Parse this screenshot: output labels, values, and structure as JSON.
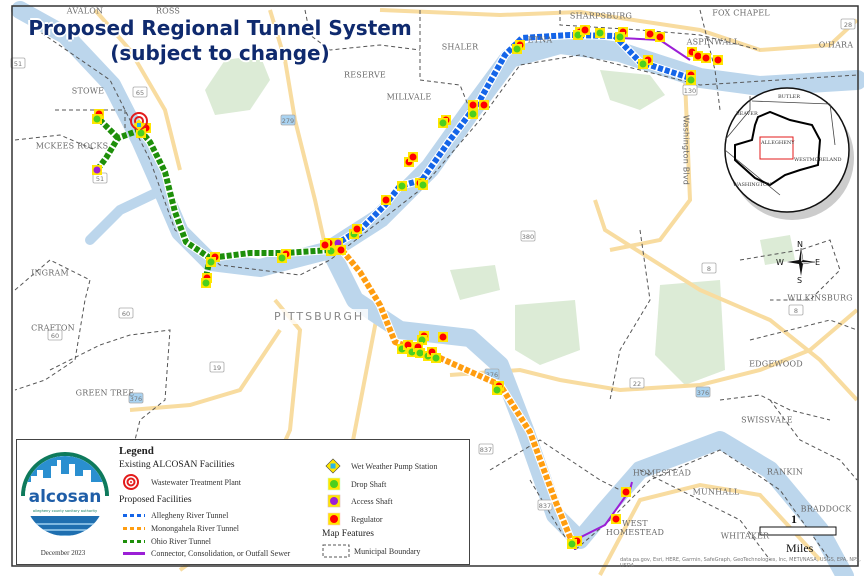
{
  "title": {
    "line1": "Proposed Regional Tunnel System",
    "line2": "(subject to change)"
  },
  "places": {
    "avalon": "AVALON",
    "ross": "ROSS",
    "stowe": "STOWE",
    "mckees_rocks": "MCKEES ROCKS",
    "reserve": "RESERVE",
    "millvale": "MILLVALE",
    "shaler": "SHALER",
    "etna": "ETNA",
    "sharpsburg": "SHARPSBURG",
    "fox_chapel": "FOX CHAPEL",
    "aspinwall": "ASPINWALL",
    "ohara": "O'HARA",
    "ingram": "INGRAM",
    "crafton": "CRAFTON",
    "green_tree": "GREEN TREE",
    "pittsburgh": "PITTSBURGH",
    "wilkinsburg": "WILKINSBURG",
    "edgewood": "EDGEWOOD",
    "swissvale": "SWISSVALE",
    "rankin": "RANKIN",
    "braddock": "BRADDOCK",
    "homestead": "HOMESTEAD",
    "munhall": "MUNHALL",
    "west_homestead": "WEST HOMESTEAD",
    "whitaker": "WHITAKER",
    "washington_blvd": "Washington Blvd"
  },
  "routes": [
    "51",
    "65",
    "279",
    "28",
    "130",
    "380",
    "8",
    "60",
    "19",
    "376",
    "22",
    "837"
  ],
  "inset": {
    "butler": "BUTLER",
    "beaver": "BEAVER",
    "allegheny": "ALLEGHENY",
    "westmoreland": "WESTMORELAND",
    "washington": "WASHINGTON"
  },
  "compass": {
    "n": "N",
    "s": "S",
    "e": "E",
    "w": "W"
  },
  "scale": {
    "value": "1",
    "unit": "Miles"
  },
  "attribution": "data.pa.gov, Esri, HERE, Garmin, SafeGraph, GeoTechnologies, Inc, METI/NASA, USGS, EPA, NPS, USDA",
  "legend": {
    "title": "Legend",
    "existing_heading": "Existing ALCOSAN Facilities",
    "wwtp": "Wastewater Treatment Plant",
    "proposed_heading": "Proposed Facilities",
    "allegheny_tunnel": "Allegheny River Tunnel",
    "mon_tunnel": "Monongahela River Tunnel",
    "ohio_tunnel": "Ohio River Tunnel",
    "connector": "Connector, Consolidation, or Outfall Sewer",
    "pump_station": "Wet Weather Pump Station",
    "drop_shaft": "Drop Shaft",
    "access_shaft": "Access Shaft",
    "regulator": "Regulator",
    "map_features_heading": "Map Features",
    "municipal_boundary": "Municipal Boundary",
    "logo_name": "alcosan",
    "logo_tagline": "allegheny county sanitary authority",
    "date": "December 2023"
  },
  "colors": {
    "allegheny": "#1565e8",
    "mon": "#ff9d10",
    "ohio": "#1e8f0a",
    "connector": "#9b1fd6",
    "river": "#bcd6ec",
    "title": "#0f2a6e"
  }
}
